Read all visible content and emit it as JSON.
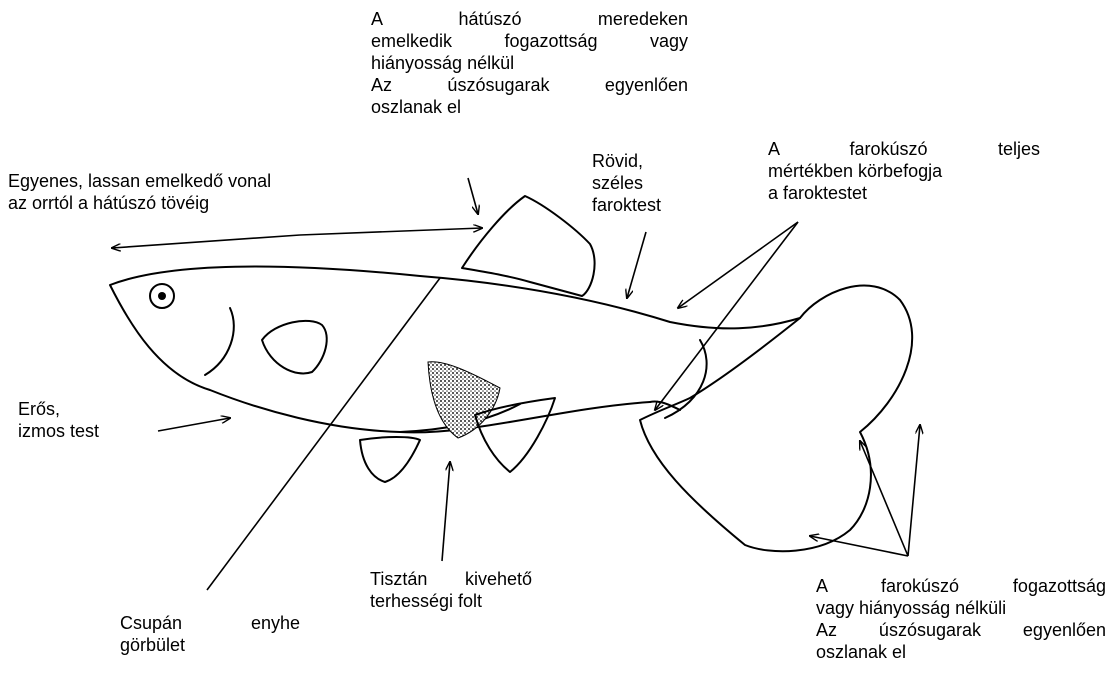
{
  "labels": {
    "dorsal": [
      "A hátúszó meredeken",
      "emelkedik fogazottság vagy",
      "hiányosság nélkül",
      "Az úszósugarak egyenlően",
      "oszlanak el"
    ],
    "topline": [
      "Egyenes, lassan emelkedő vonal",
      "az orrtól a hátúszó tövéig"
    ],
    "peduncle": [
      "Rövid,",
      "széles",
      "faroktest"
    ],
    "tail_wrap": [
      "A farokúszó teljes",
      "mértékben körbefogja",
      "a faroktestet"
    ],
    "body": [
      "Erős,",
      "izmos test"
    ],
    "curve": [
      "Csupán enyhe",
      "görbület"
    ],
    "spot": [
      "Tisztán kivehető",
      "terhességi folt"
    ],
    "tail_edge": [
      "A farokúszó fogazottság",
      "vagy hiányosság nélküli",
      "Az úszósugarak egyenlően",
      "oszlanak el"
    ]
  },
  "colors": {
    "ink": "#000000",
    "background": "#ffffff",
    "spot": "#333333"
  }
}
